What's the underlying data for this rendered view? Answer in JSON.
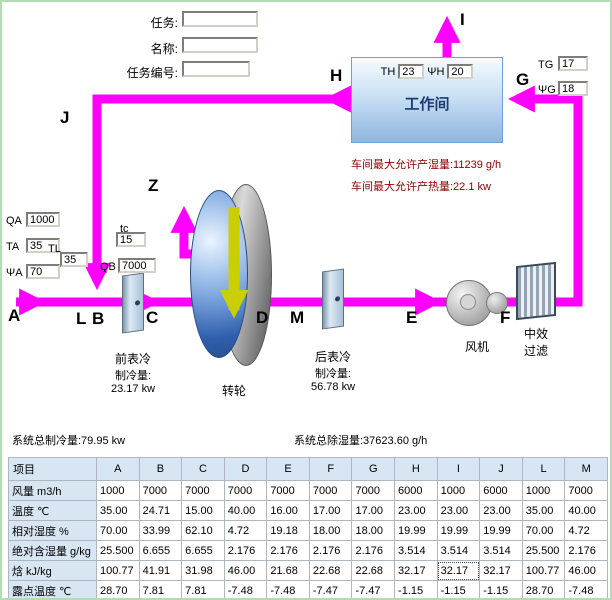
{
  "form": {
    "task_label": "任务:",
    "task_value": "",
    "name_label": "名称:",
    "name_value": "",
    "task_no_label": "任务编号:",
    "task_no_value": ""
  },
  "workroom": {
    "title": "工作间",
    "th_label": "TH",
    "th_value": "23",
    "wh_label": "ΨH",
    "wh_value": "20",
    "max_moisture": "车间最大允许产湿量:11239 g/h",
    "max_heat": "车间最大允许产热量:22.1 kw"
  },
  "right_inputs": {
    "tg_label": "TG",
    "tg_value": "17",
    "wg_label": "ΨG",
    "wg_value": "18"
  },
  "left_inputs": {
    "qa_label": "QA",
    "qa_value": "1000",
    "ta_label": "TA",
    "ta_value": "35",
    "wa_label": "ΨA",
    "wa_value": "70",
    "tl_label": "TL",
    "tl_value": "35",
    "tc_label": "tc",
    "tc_value": "15",
    "qb_label": "QB",
    "qb_value": "7000"
  },
  "components": {
    "front_cooler": "前表冷",
    "front_cooler_cap": "制冷量:",
    "front_cooler_val": "23.17 kw",
    "wheel": "转轮",
    "rear_cooler": "后表冷",
    "rear_cooler_cap": "制冷量:",
    "rear_cooler_val": "56.78 kw",
    "fan": "风机",
    "filter_line1": "中效",
    "filter_line2": "过滤"
  },
  "stats": {
    "total_cooling": "系统总制冷量:79.95 kw",
    "total_dehumid": "系统总除湿量:37623.60 g/h"
  },
  "point_labels": {
    "A": "A",
    "B": "B",
    "C": "C",
    "D": "D",
    "E": "E",
    "F": "F",
    "G": "G",
    "H": "H",
    "I": "I",
    "J": "J",
    "L": "L",
    "M": "M",
    "Z": "Z"
  },
  "table": {
    "columns": [
      "项目",
      "A",
      "B",
      "C",
      "D",
      "E",
      "F",
      "G",
      "H",
      "I",
      "J",
      "L",
      "M"
    ],
    "rows": [
      {
        "label": "风量 m3/h",
        "values": [
          "1000",
          "7000",
          "7000",
          "7000",
          "7000",
          "7000",
          "7000",
          "6000",
          "1000",
          "6000",
          "1000",
          "7000"
        ]
      },
      {
        "label": "温度 ℃",
        "values": [
          "35.00",
          "24.71",
          "15.00",
          "40.00",
          "16.00",
          "17.00",
          "17.00",
          "23.00",
          "23.00",
          "23.00",
          "35.00",
          "40.00"
        ]
      },
      {
        "label": "相对湿度 %",
        "values": [
          "70.00",
          "33.99",
          "62.10",
          "4.72",
          "19.18",
          "18.00",
          "18.00",
          "19.99",
          "19.99",
          "19.99",
          "70.00",
          "4.72"
        ]
      },
      {
        "label": "绝对含湿量 g/kg",
        "values": [
          "25.500",
          "6.655",
          "6.655",
          "2.176",
          "2.176",
          "2.176",
          "2.176",
          "3.514",
          "3.514",
          "3.514",
          "25.500",
          "2.176"
        ]
      },
      {
        "label": "焓 kJ/kg",
        "values": [
          "100.77",
          "41.91",
          "31.98",
          "46.00",
          "21.68",
          "22.68",
          "22.68",
          "32.17",
          "32.17",
          "32.17",
          "100.77",
          "46.00"
        ]
      },
      {
        "label": "露点温度 ℃",
        "values": [
          "28.70",
          "7.81",
          "7.81",
          "-7.48",
          "-7.48",
          "-7.47",
          "-7.47",
          "-1.15",
          "-1.15",
          "-1.15",
          "28.70",
          "-7.48"
        ]
      }
    ]
  },
  "colors": {
    "flow": "#ff00ff",
    "wheel_arrow": "#c9cf00"
  }
}
